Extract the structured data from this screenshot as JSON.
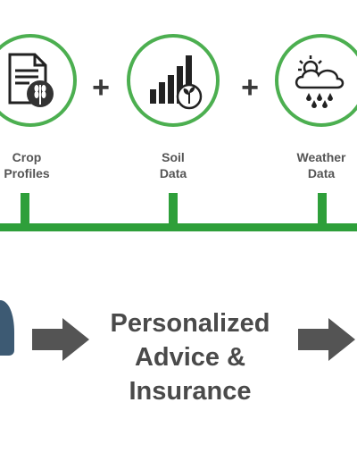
{
  "inputs": [
    {
      "label_line1": "Crop",
      "label_line2": "Profiles",
      "icon": "document-wheat-icon"
    },
    {
      "label_line1": "Soil",
      "label_line2": "Data",
      "icon": "bar-chart-sprout-icon"
    },
    {
      "label_line1": "Weather",
      "label_line2": "Data",
      "icon": "cloud-sun-rain-icon"
    }
  ],
  "operators": [
    "+",
    "+"
  ],
  "output": {
    "line1": "Personalized",
    "line2": "Advice &",
    "line3": "Insurance"
  },
  "colors": {
    "accent_green": "#4caf50",
    "connector_green": "#2e9f3a",
    "arrow_gray": "#545454",
    "text_gray": "#4a4a4a",
    "partial_shape_blue": "#3d5a73"
  }
}
